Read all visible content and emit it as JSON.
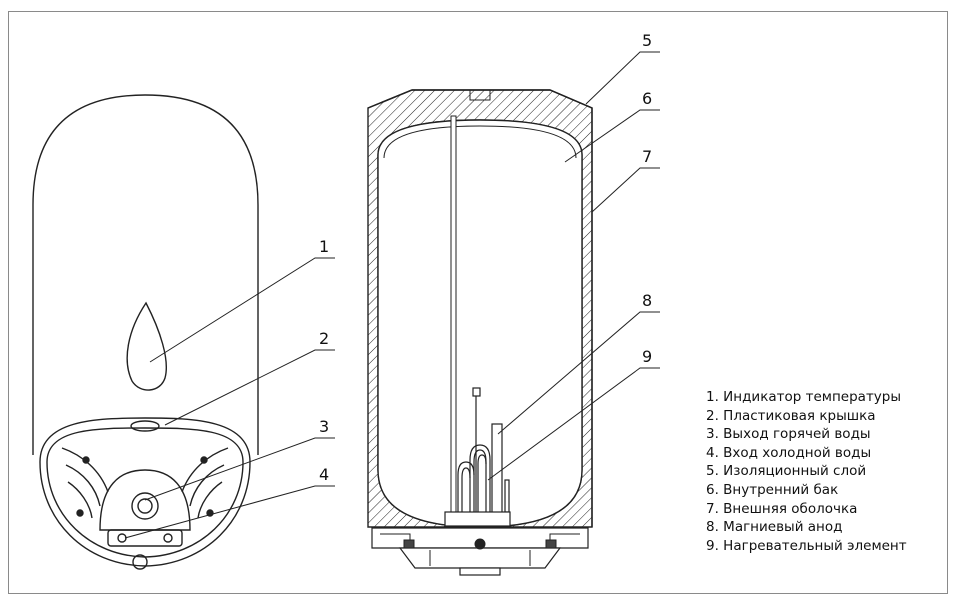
{
  "callouts": [
    "1",
    "2",
    "3",
    "4",
    "5",
    "6",
    "7",
    "8",
    "9"
  ],
  "legend": [
    "1. Индикатор температуры",
    "2. Пластиковая крышка",
    "3. Выход горячей воды",
    "4. Вход холодной воды",
    "5. Изоляционный слой",
    "6. Внутренний бак",
    "7. Внешняя оболочка",
    "8. Магниевый анод",
    "9. Нагревательный элемент"
  ]
}
